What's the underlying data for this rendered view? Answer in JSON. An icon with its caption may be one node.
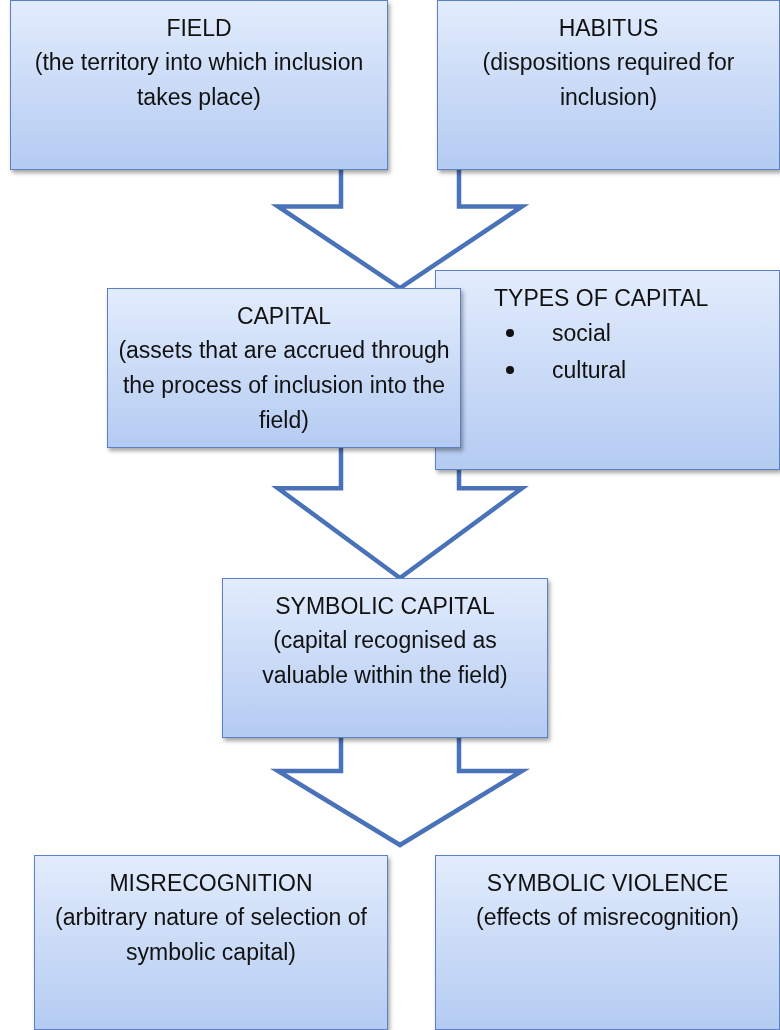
{
  "diagram": {
    "nodes": [
      {
        "text": [
          "FIELD",
          "(the territory into which inclusion takes place)"
        ]
      },
      {
        "text": [
          "HABITUS",
          "(dispositions required for inclusion)"
        ]
      },
      {
        "text": [
          "TYPES OF CAPITAL",
          "social",
          "cultural"
        ]
      },
      {
        "text": [
          "CAPITAL",
          "(assets that are accrued through the process of inclusion into the field)"
        ]
      },
      {
        "text": [
          "SYMBOLIC CAPITAL",
          "(capital recognised as valuable within the field)"
        ]
      },
      {
        "text": [
          "MISRECOGNITION",
          "(arbitrary nature of selection of symbolic capital)"
        ]
      },
      {
        "text": [
          "SYMBOLIC VIOLENCE",
          "(effects of misrecognition)"
        ]
      }
    ],
    "edges": [
      {
        "from": 0,
        "to": 3,
        "arrow": "to"
      },
      {
        "from": 1,
        "to": 3,
        "arrow": "to"
      },
      {
        "from": 3,
        "to": 4,
        "arrow": "to"
      },
      {
        "from": 2,
        "to": 4,
        "arrow": "to"
      },
      {
        "from": 4,
        "to": 5,
        "arrow": "to"
      },
      {
        "from": 4,
        "to": 6,
        "arrow": "to"
      }
    ]
  }
}
